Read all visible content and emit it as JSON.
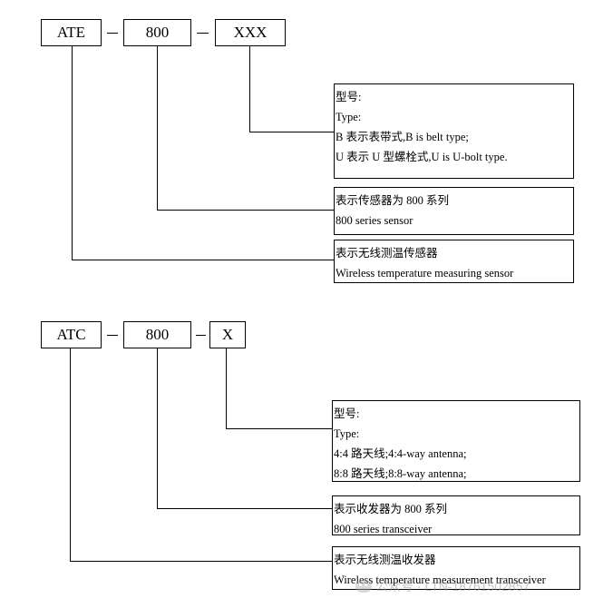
{
  "diagram1": {
    "codes": [
      "ATE",
      "800",
      "XXX"
    ],
    "descriptions": [
      [
        "型号:",
        "Type:",
        "B 表示表带式,B is belt type;",
        "U 表示 U 型螺栓式,U is U-bolt type."
      ],
      [
        "表示传感器为 800 系列",
        "800 series sensor"
      ],
      [
        "表示无线测温传感器",
        "Wireless temperature measuring sensor"
      ]
    ]
  },
  "diagram2": {
    "codes": [
      "ATC",
      "800",
      "X"
    ],
    "descriptions": [
      [
        "型号:",
        "Type:",
        "4:4 路天线;4:4-way antenna;",
        "8:8 路天线;8:8-way antenna;"
      ],
      [
        "表示收发器为 800 系列",
        "800 series transceiver"
      ],
      [
        "表示无线测温收发器",
        "Wireless temperature measurement transceiver"
      ]
    ]
  },
  "watermark": "公众号 · LTN-18761502857"
}
